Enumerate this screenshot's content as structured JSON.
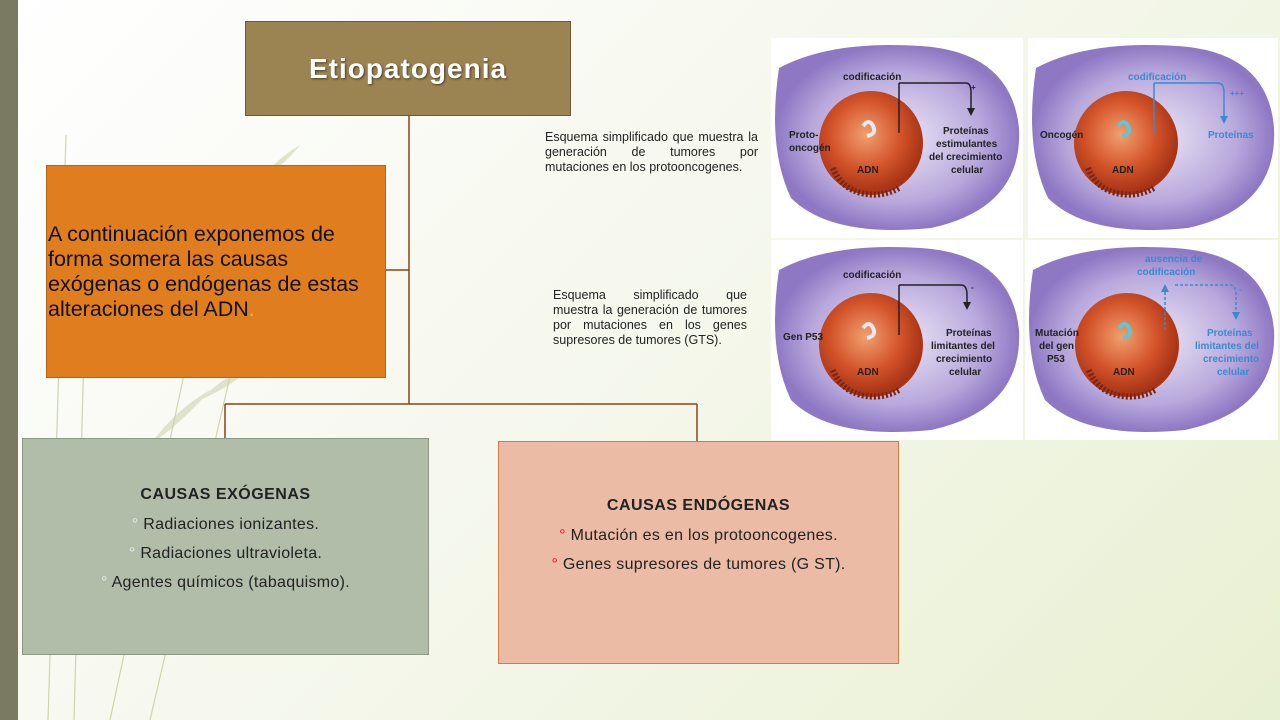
{
  "title": "Etiopatogenia",
  "intro": {
    "text": "A continuación exponemos de forma somera las causas exógenas o endógenas de estas alteraciones del ADN",
    "trail": "."
  },
  "exogenous": {
    "title": "CAUSAS EXÓGENAS",
    "bullet": "°",
    "items": [
      "Radiaciones ionizantes.",
      "Radiaciones ultravioleta.",
      "Agentes químicos (tabaquismo)."
    ]
  },
  "endogenous": {
    "title": "CAUSAS ENDÓGENAS",
    "bullet": "°",
    "items": [
      "Mutación es en los protooncogenes.",
      "Genes supresores de tumores (G ST)."
    ]
  },
  "captions": {
    "protooncogenes": "Esquema simplificado que muestra la generación de tumores por mutaciones en los protooncogenes.",
    "suppressors": "Esquema simplificado que muestra la generación de tumores por mutaciones en los genes supresores de tumores (GTS)."
  },
  "figures": {
    "panel1": {
      "top": "codificación",
      "left": [
        "Proto-",
        "oncogén"
      ],
      "nucleus": "ADN",
      "sign": "+",
      "right": [
        "Proteínas",
        "estimulantes",
        "del crecimiento",
        "celular"
      ]
    },
    "panel2": {
      "top": "codificación",
      "left": [
        "Oncogén"
      ],
      "nucleus": "ADN",
      "sign": "+++",
      "right": [
        "Proteínas"
      ]
    },
    "panel3": {
      "top": "codificación",
      "left": [
        "Gen P53"
      ],
      "nucleus": "ADN",
      "sign": "-",
      "right": [
        "Proteínas",
        "limitantes del",
        "crecimiento",
        "celular"
      ]
    },
    "panel4": {
      "top": [
        "ausencia de",
        "codificación"
      ],
      "left": [
        "Mutación",
        "del gen",
        "P53"
      ],
      "nucleus": "ADN",
      "sign": "-",
      "right": [
        "Proteínas",
        "limitantes del",
        "crecimiento",
        "celular"
      ]
    }
  },
  "colors": {
    "title_bg": "#9c8352",
    "intro_bg": "#e07e1f",
    "exogenous_bg": "#b2bda9",
    "endogenous_bg": "#ebbba6",
    "endogenous_bullet": "#d92020",
    "connector": "#8b4513"
  }
}
